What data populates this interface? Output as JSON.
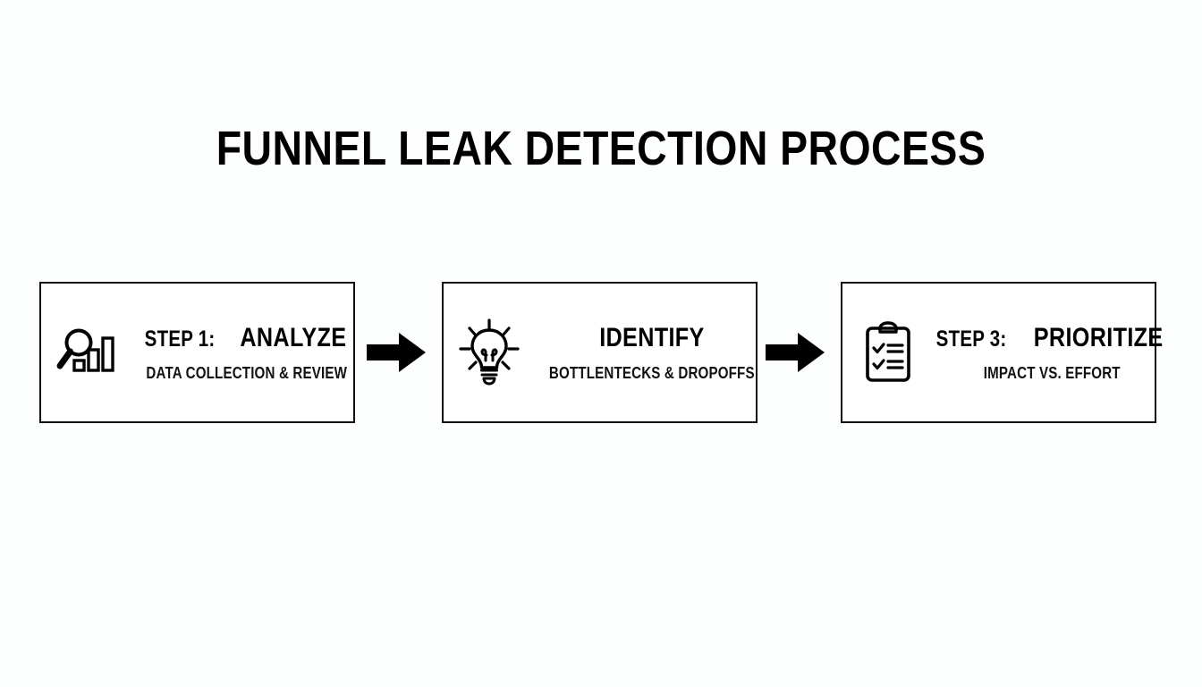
{
  "page": {
    "title": "FUNNEL LEAK DETECTION PROCESS",
    "background_color": "#fdfefe",
    "ink_color": "#000000"
  },
  "flow": {
    "steps": [
      {
        "step_label": "STEP 1:",
        "title": "ANALYZE",
        "subtitle": "DATA COLLECTION & REVIEW",
        "icon": "magnifier-bar-chart-icon"
      },
      {
        "step_label": "",
        "title": "IDENTIFY",
        "subtitle": "BOTTLENTECKS & DROPOFFS",
        "icon": "lightbulb-icon"
      },
      {
        "step_label": "STEP 3:",
        "title": "PRIORITIZE",
        "subtitle": "IMPACT VS. EFFORT",
        "icon": "clipboard-checklist-icon"
      }
    ],
    "connectors": [
      {
        "icon": "arrow-right-icon"
      },
      {
        "icon": "arrow-right-icon"
      }
    ]
  }
}
